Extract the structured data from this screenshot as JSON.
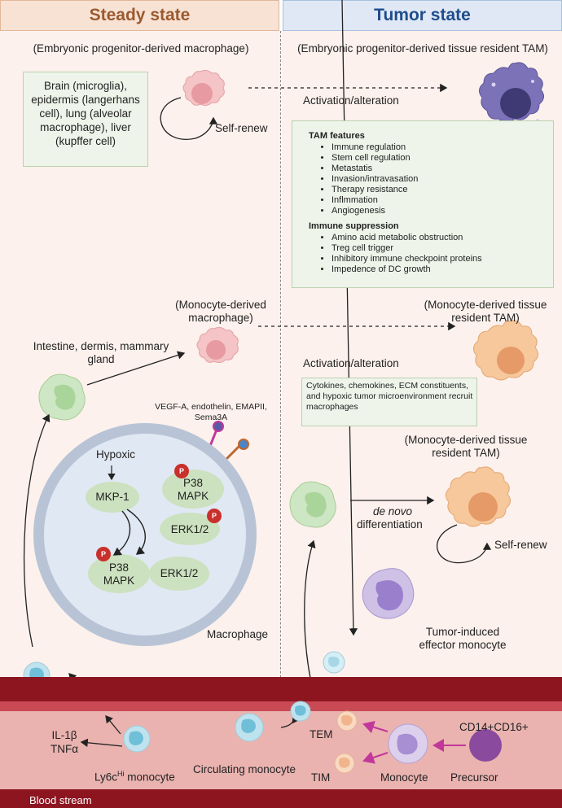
{
  "headers": {
    "left": "Steady state",
    "right": "Tumor state"
  },
  "steady": {
    "embryonic_caption": "(Embryonic progenitor-derived macrophage)",
    "tissues": "Brain (microglia), epidermis (langerhans cell), lung (alveolar macrophage), liver (kupffer cell)",
    "self_renew": "Self-renew",
    "monocyte_caption": "(Monocyte-derived macrophage)",
    "intestine": "Intestine, dermis, mammary gland",
    "signals": "VEGF-A, endothelin, EMAPII, Sema3A",
    "hypoxic": "Hypoxic",
    "mkp1": "MKP-1",
    "p38_top": "P38 MAPK",
    "erk_top": "ERK1/2",
    "p38_bottom": "P38 MAPK",
    "erk_bottom": "ERK1/2",
    "p_label": "P",
    "macrophage": "Macrophage",
    "il1b": "IL-1β",
    "tnfa": "TNFα",
    "ly6c_prefix": "Ly6c",
    "ly6c_sup": "Hi",
    "ly6c_suffix": " monocyte",
    "circulating": "Circulating monocyte"
  },
  "tumor": {
    "embryonic_caption": "(Embryonic progenitor-derived tissue resident TAM)",
    "activation1": "Activation/alteration",
    "features_title": "TAM features",
    "features": [
      "Immune regulation",
      "Stem cell regulation",
      "Metastatis",
      "Invasion/intravasation",
      "Therapy resistance",
      "Inflmmation",
      "Angiogenesis"
    ],
    "suppression_title": "Immune suppression",
    "suppression": [
      "Amino acid metabolic obstruction",
      "Treg cell trigger",
      "Inhibitory immune checkpoint proteins",
      "Impedence of DC growth"
    ],
    "monocyte_caption1": "(Monocyte-derived tissue resident TAM)",
    "activation2": "Activation/alteration",
    "recruit": "Cytokines, chemokines, ECM constituents, and hypoxic tumor microenvironment recruit macrophages",
    "monocyte_caption2": "(Monocyte-derived tissue resident TAM)",
    "de_novo_italic": "de novo",
    "differentiation": "differentiation",
    "self_renew": "Self-renew",
    "effector": "Tumor-induced effector monocyte",
    "tem": "TEM",
    "tim": "TIM",
    "cd14": "CD14+CD16+",
    "monocyte": "Monocyte",
    "precursor": "Precursor"
  },
  "blood_label": "Blood stream",
  "colors": {
    "steady_header_bg": "#f7e2d4",
    "steady_header_text": "#9b5a2f",
    "tumor_header_bg": "#dfe8f4",
    "tumor_header_text": "#1f4c8c",
    "blood_dark": "#8c1520",
    "blood_light": "#eab3b0",
    "pink_cell": "#f4c4c6",
    "purple_tam": "#7b72b8",
    "orange_tam": "#f6c89c",
    "green_cell": "#cde6c3",
    "blue_monocyte": "#bfe3ee",
    "phospho": "#c9302c"
  }
}
